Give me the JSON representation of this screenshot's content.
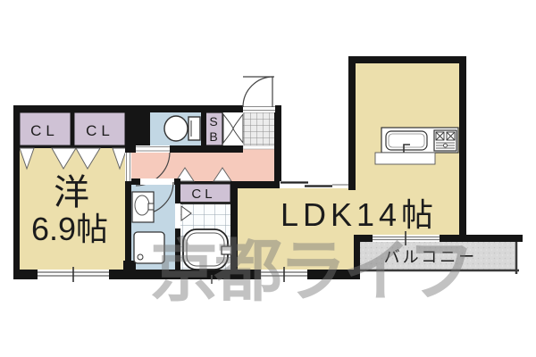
{
  "watermark": "京都ライフ",
  "rooms": {
    "bedroom": {
      "name_label": "洋",
      "size_label": "6.9帖"
    },
    "ldk": {
      "label": "LDK14帖"
    },
    "balcony": {
      "label": "バルコニー"
    },
    "closet_left_1": {
      "label": "CL"
    },
    "closet_left_2": {
      "label": "CL"
    },
    "closet_hall": {
      "label": "CL"
    },
    "shoebox": {
      "line1": "S",
      "line2": "B"
    }
  },
  "colors": {
    "wall": "#151515",
    "room_tan": "#ecdfac",
    "closet_purple": "#cfc2d5",
    "water_blue": "#c2d7e4",
    "hall_pink": "#f6cabc",
    "balcony_gray": "#d8d8d8",
    "watermark_gray": "rgba(120,120,120,0.45)"
  }
}
